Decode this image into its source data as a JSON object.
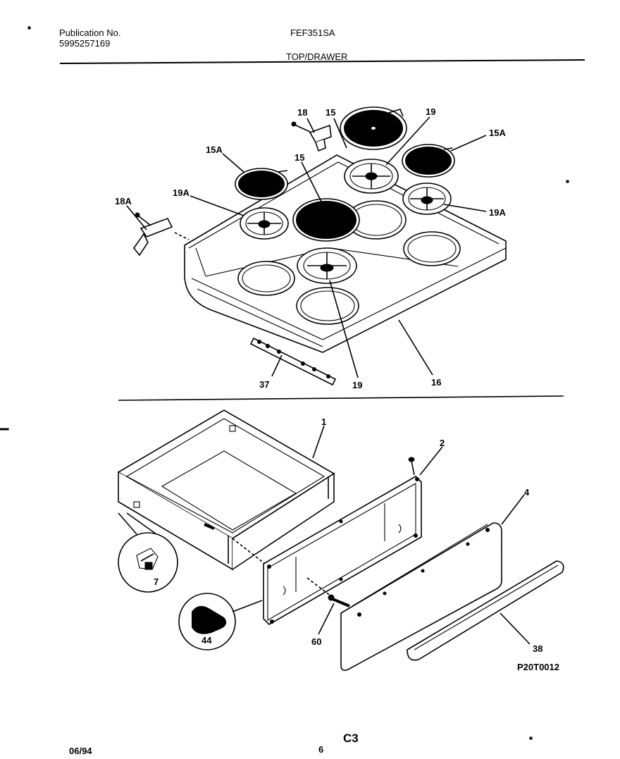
{
  "header": {
    "publication_label": "Publication No.",
    "publication_number": "5995257169",
    "model": "FEF351SA",
    "section": "TOP/DRAWER"
  },
  "callouts": {
    "c18": "18",
    "c15_top": "15",
    "c19_top": "19",
    "c15A_right": "15A",
    "c15A_left": "15A",
    "c15_mid": "15",
    "c18A": "18A",
    "c19A_left": "19A",
    "c19A_right": "19A",
    "c37": "37",
    "c19_bottom": "19",
    "c16": "16",
    "c1": "1",
    "c2": "2",
    "c4": "4",
    "c7": "7",
    "c44": "44",
    "c60": "60",
    "c38": "38"
  },
  "diagram_code": "P20T0012",
  "footer": {
    "date": "06/94",
    "page_number": "6",
    "page_code": "C3"
  }
}
